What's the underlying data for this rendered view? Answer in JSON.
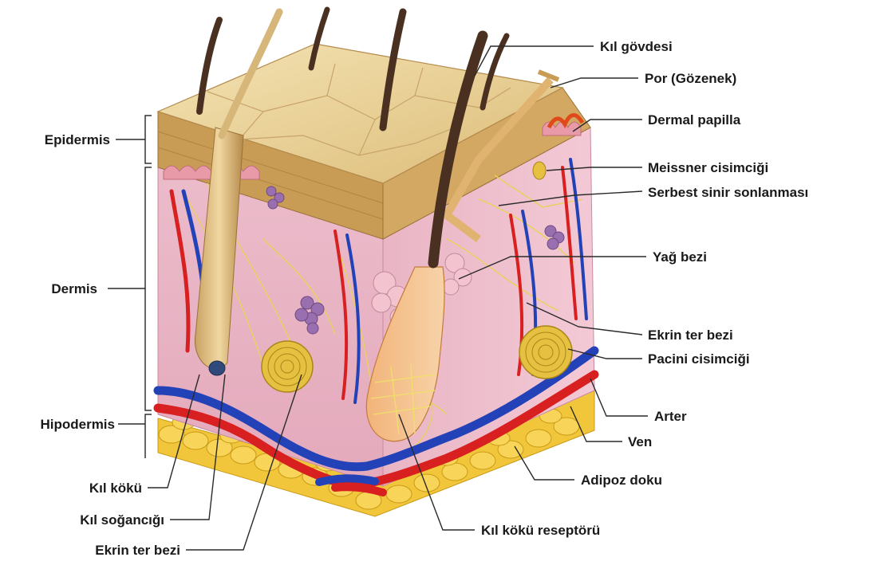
{
  "labels": {
    "left": {
      "epidermis": "Epidermis",
      "dermis": "Dermis",
      "hipodermis": "Hipodermis"
    },
    "bottom_left": {
      "kil_koku": "Kıl kökü",
      "kil_sogancigi": "Kıl soğancığı",
      "ekrin_ter_bezi": "Ekrin ter bezi"
    },
    "right": {
      "kil_govdesi": "Kıl gövdesi",
      "por": "Por (Gözenek)",
      "dermal_papilla": "Dermal papilla",
      "meissner": "Meissner cisimciği",
      "serbest_sinir": "Serbest sinir sonlanması",
      "yag_bezi": "Yağ bezi",
      "ekrin_ter_bezi": "Ekrin ter bezi",
      "pacini": "Pacini cisimciği",
      "arter": "Arter",
      "ven": "Ven",
      "adipoz_doku": "Adipoz doku"
    },
    "bottom": {
      "kil_koku_reseptoru": "Kıl kökü reseptörü"
    }
  },
  "colors": {
    "epidermis_surface": "#e9d29a",
    "epidermis_layer": "#c99c55",
    "dermis": "#e7b3c2",
    "hypodermis_fat": "#f2c63a",
    "artery": "#d82020",
    "vein": "#2442b8",
    "hair": "#4a3020",
    "nerve": "#e6d35a",
    "gland": "#9a6fb0"
  }
}
